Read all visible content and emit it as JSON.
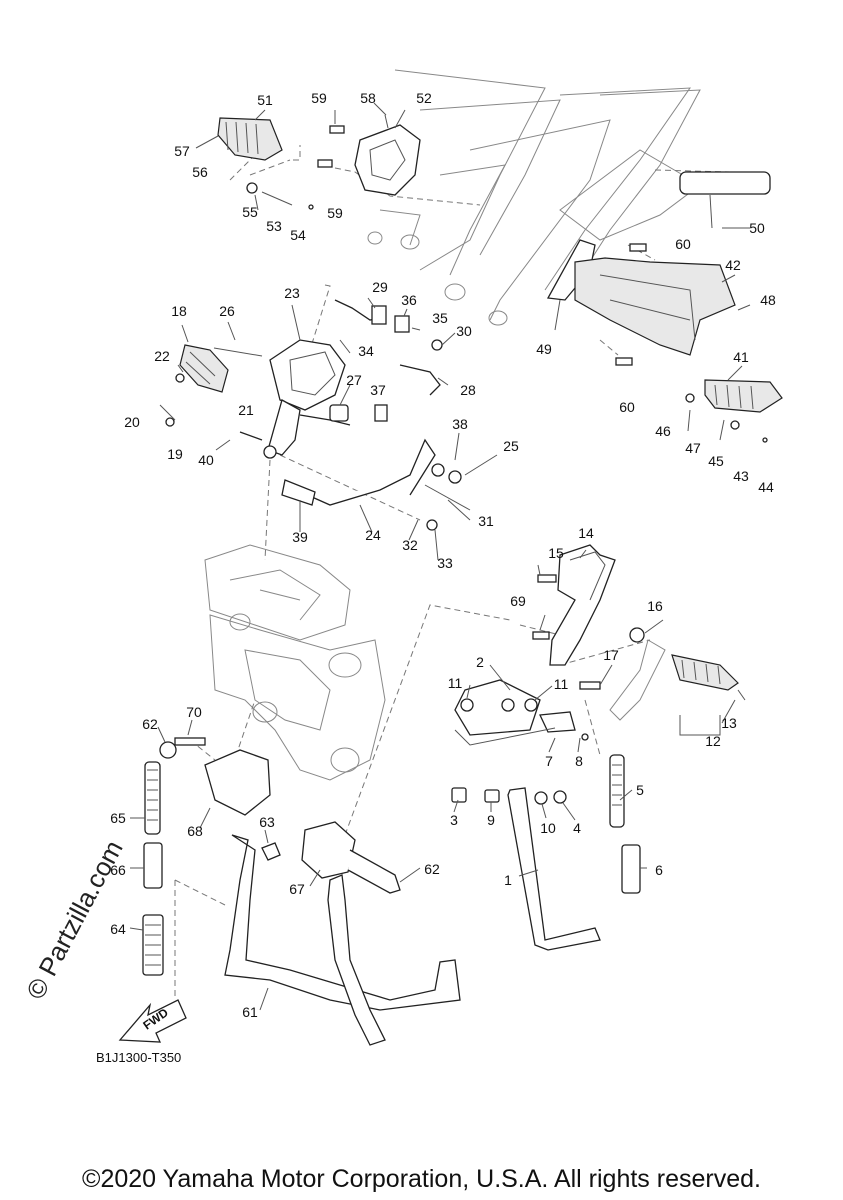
{
  "diagram_code": "B1J1300-T350",
  "copyright": "©2020 Yamaha Motor Corporation, U.S.A. All rights reserved.",
  "watermark": "© Partzilla.com",
  "fwd_label": "FWD",
  "callouts": {
    "c1": "1",
    "c2": "2",
    "c3": "3",
    "c4": "4",
    "c5": "5",
    "c6": "6",
    "c7": "7",
    "c8": "8",
    "c9": "9",
    "c10": "10",
    "c11a": "11",
    "c11b": "11",
    "c12": "12",
    "c13": "13",
    "c14": "14",
    "c15": "15",
    "c16": "16",
    "c17": "17",
    "c18": "18",
    "c19": "19",
    "c20": "20",
    "c21": "21",
    "c22": "22",
    "c23": "23",
    "c24": "24",
    "c25": "25",
    "c26": "26",
    "c27": "27",
    "c28": "28",
    "c29": "29",
    "c30": "30",
    "c31": "31",
    "c32": "32",
    "c33": "33",
    "c34": "34",
    "c35": "35",
    "c36": "36",
    "c37": "37",
    "c38": "38",
    "c39": "39",
    "c40": "40",
    "c41": "41",
    "c42": "42",
    "c43": "43",
    "c44": "44",
    "c45": "45",
    "c46": "46",
    "c47": "47",
    "c48": "48",
    "c49": "49",
    "c50": "50",
    "c51": "51",
    "c52": "52",
    "c53": "53",
    "c54": "54",
    "c55": "55",
    "c56": "56",
    "c57": "57",
    "c58": "58",
    "c59a": "59",
    "c59b": "59",
    "c60a": "60",
    "c60b": "60",
    "c61": "61",
    "c62a": "62",
    "c62b": "62",
    "c63": "63",
    "c64": "64",
    "c65": "65",
    "c66": "66",
    "c67": "67",
    "c68": "68",
    "c69": "69",
    "c70": "70"
  }
}
